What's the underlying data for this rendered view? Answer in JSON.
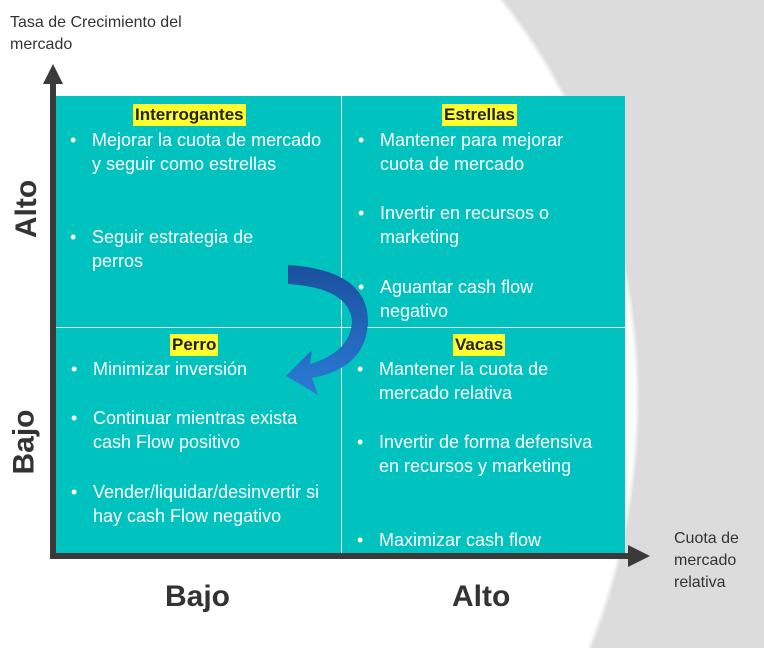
{
  "axes": {
    "y_title": "Tasa de Crecimiento del mercado",
    "x_title": "Cuota de mercado relativa",
    "y_high": "Alto",
    "y_low": "Bajo",
    "x_low": "Bajo",
    "x_high": "Alto"
  },
  "quadrants": {
    "interrogantes": {
      "title": "Interrogantes",
      "items": [
        "Mejorar la cuota de mercado y seguir como estrellas",
        "Seguir estrategia de perros"
      ]
    },
    "estrellas": {
      "title": "Estrellas",
      "items": [
        "Mantener para mejorar cuota de mercado",
        "Invertir en recursos o marketing",
        "Aguantar cash flow negativo"
      ]
    },
    "perro": {
      "title": "Perro",
      "items": [
        "Minimizar inversión",
        "Continuar mientras exista cash Flow positivo",
        "Vender/liquidar/desinvertir si hay cash Flow negativo"
      ]
    },
    "vacas": {
      "title": "Vacas",
      "items": [
        "Mantener la cuota de mercado relativa",
        "Invertir de forma defensiva en recursos y marketing",
        "Maximizar cash flow"
      ]
    }
  },
  "colors": {
    "quadrant": "#00c3bf",
    "highlight": "#ffff2e",
    "arrow": "#1a5fb4",
    "axis": "#3a3a3a"
  }
}
